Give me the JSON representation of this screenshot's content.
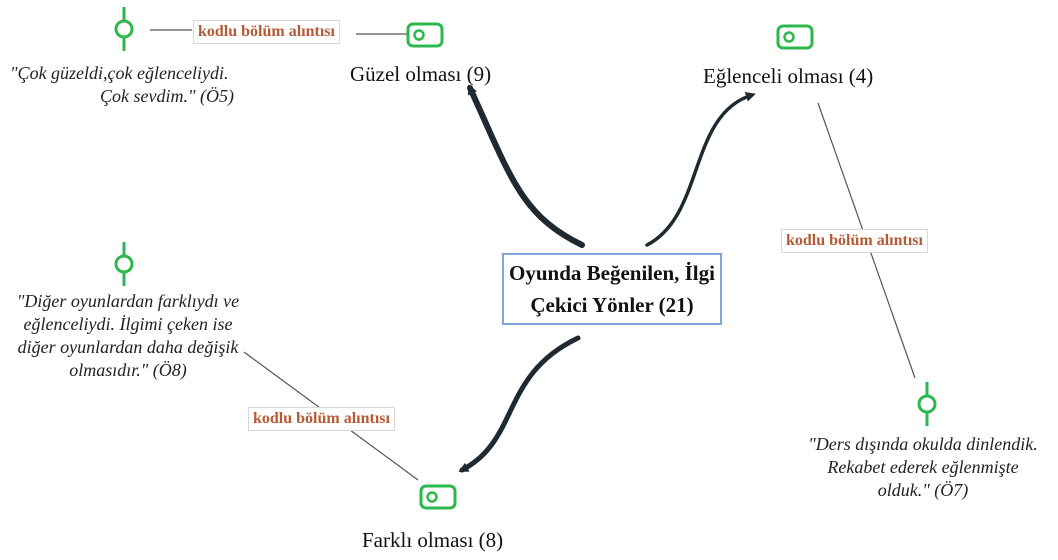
{
  "colors": {
    "icon_green": "#2db84d",
    "tag_text": "#b55a35",
    "center_border": "#7fa6d6",
    "arrow": "#1f2a30",
    "line": "#555555"
  },
  "center": {
    "line1": "Oyunda Beğenilen, İlgi",
    "line2": "Çekici Yönler (21)"
  },
  "codes": {
    "guzel": "Güzel olması (9)",
    "eglenceli": "Eğlenceli olması (4)",
    "farkli": "Farklı olması (8)"
  },
  "quotes": {
    "o5": {
      "line1": "\"Çok güzeldi,çok eğlenceliydi.",
      "line2": "Çok sevdim.\" (Ö5)"
    },
    "o8": {
      "line1": "\"Diğer oyunlardan farklıydı ve",
      "line2": "eğlenceliydi. İlgimi çeken ise",
      "line3": "diğer oyunlardan daha değişik",
      "line4": "olmasıdır.\" (Ö8)"
    },
    "o7": {
      "line1": "\"Ders dışında  okulda dinlendik.",
      "line2": "Rekabet ederek eğlenmişte",
      "line3": "olduk.\" (Ö7)"
    }
  },
  "link_tags": {
    "top_left": "kodlu bölüm alıntısı",
    "right": "kodlu bölüm alıntısı",
    "bottom_left": "kodlu bölüm alıntısı"
  },
  "icons": {
    "code": "code-toggle-icon",
    "memo": "quote-pin-icon"
  }
}
